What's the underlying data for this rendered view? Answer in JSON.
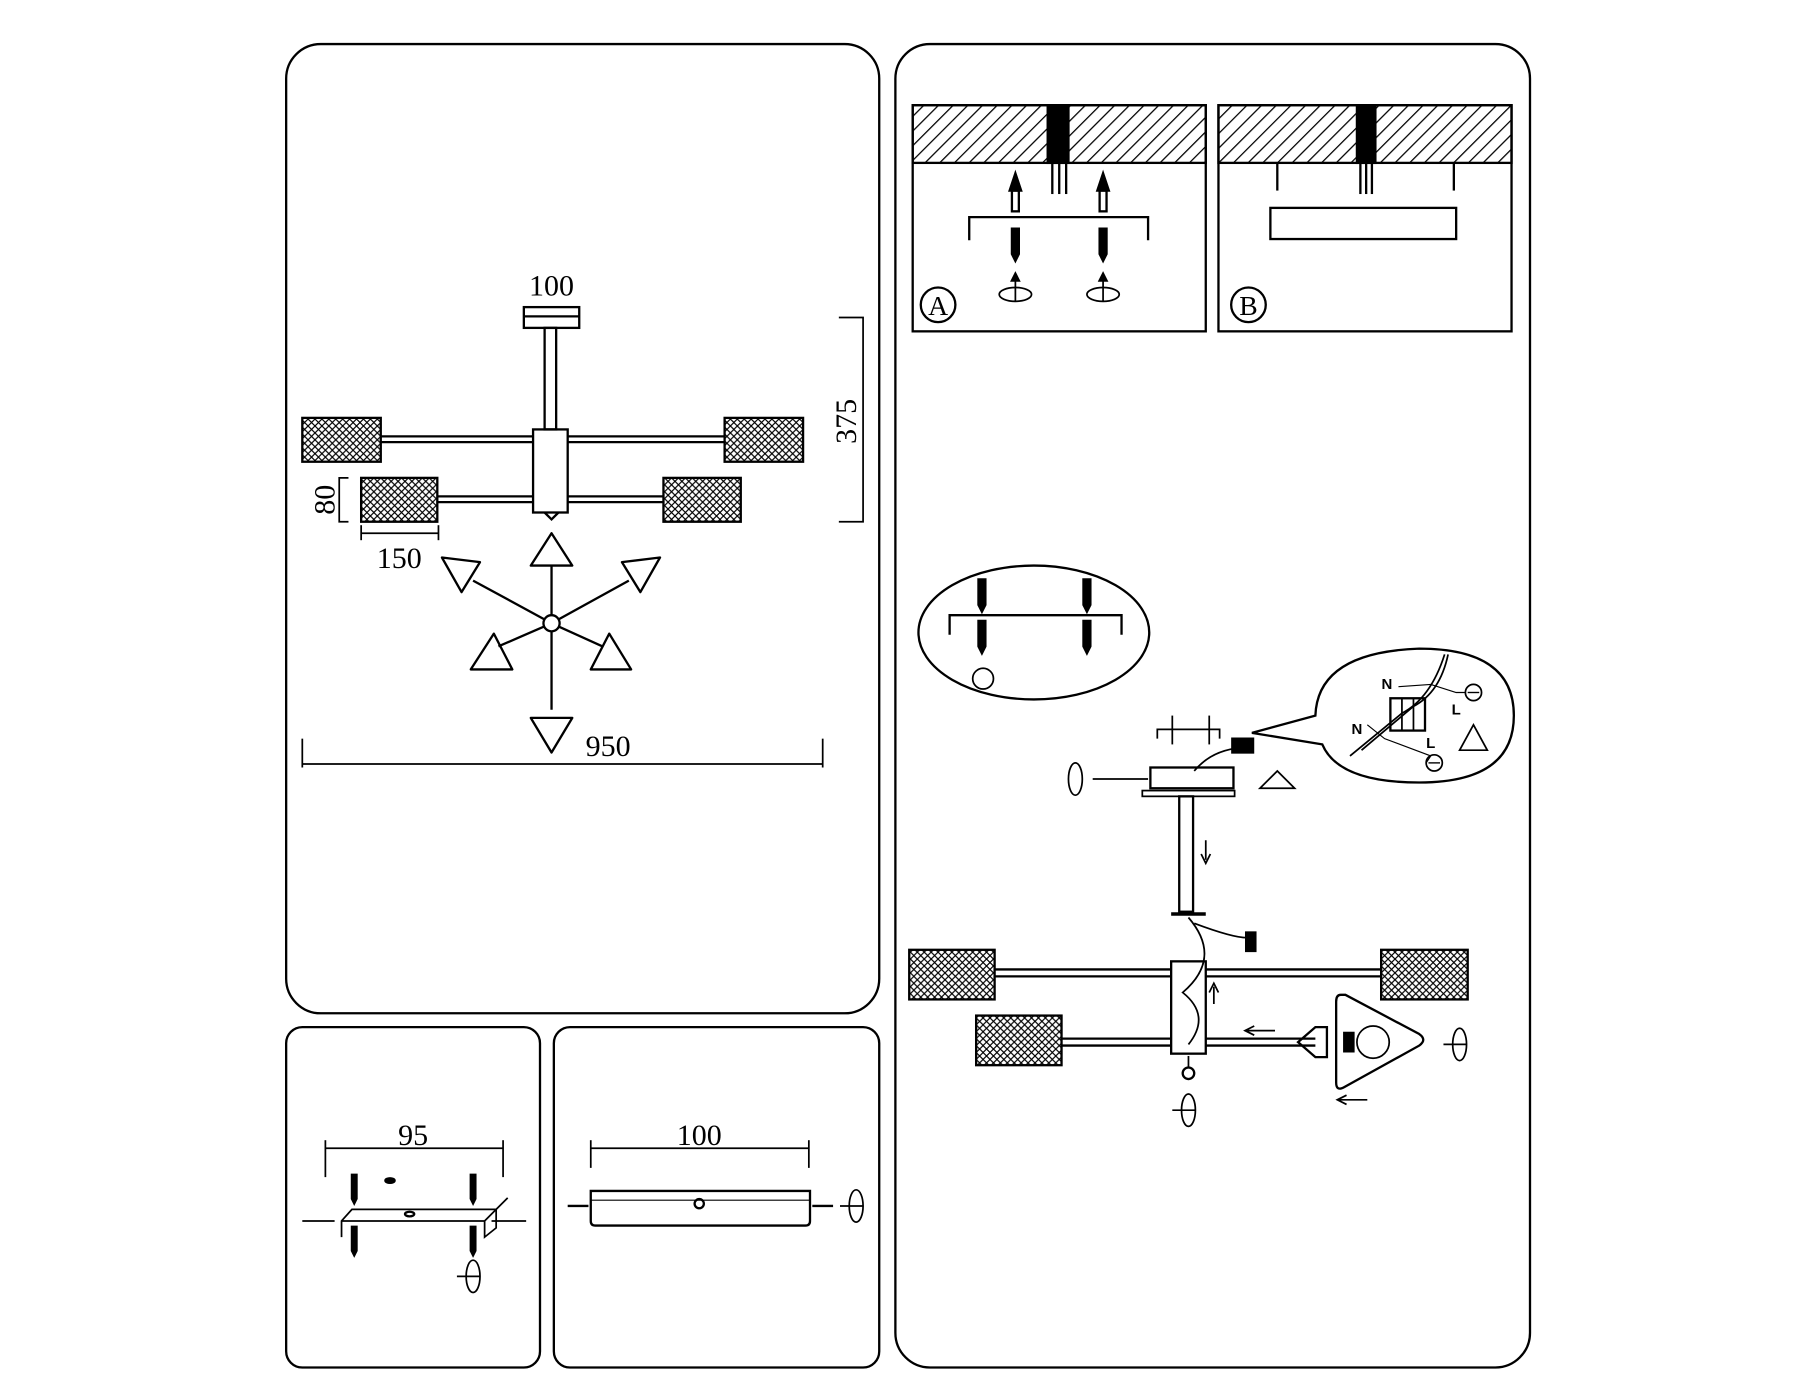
{
  "overview_panel": {
    "dimensions": {
      "canopy_width": "100",
      "height": "375",
      "shade_height": "80",
      "shade_length": "150",
      "total_width": "950"
    }
  },
  "bracket_panel": {
    "width": "95"
  },
  "canopy_panel": {
    "width": "100"
  },
  "install_panel": {
    "step_a": "A",
    "step_b": "B",
    "wiring": {
      "neutral_1": "N",
      "live_1": "L",
      "neutral_2": "N",
      "live_2": "L"
    },
    "icons": [
      "earth-icon",
      "warning-high-voltage-icon",
      "rotate-icon",
      "arrow-icon"
    ]
  },
  "colors": {
    "line": "#000000",
    "background": "#ffffff"
  }
}
